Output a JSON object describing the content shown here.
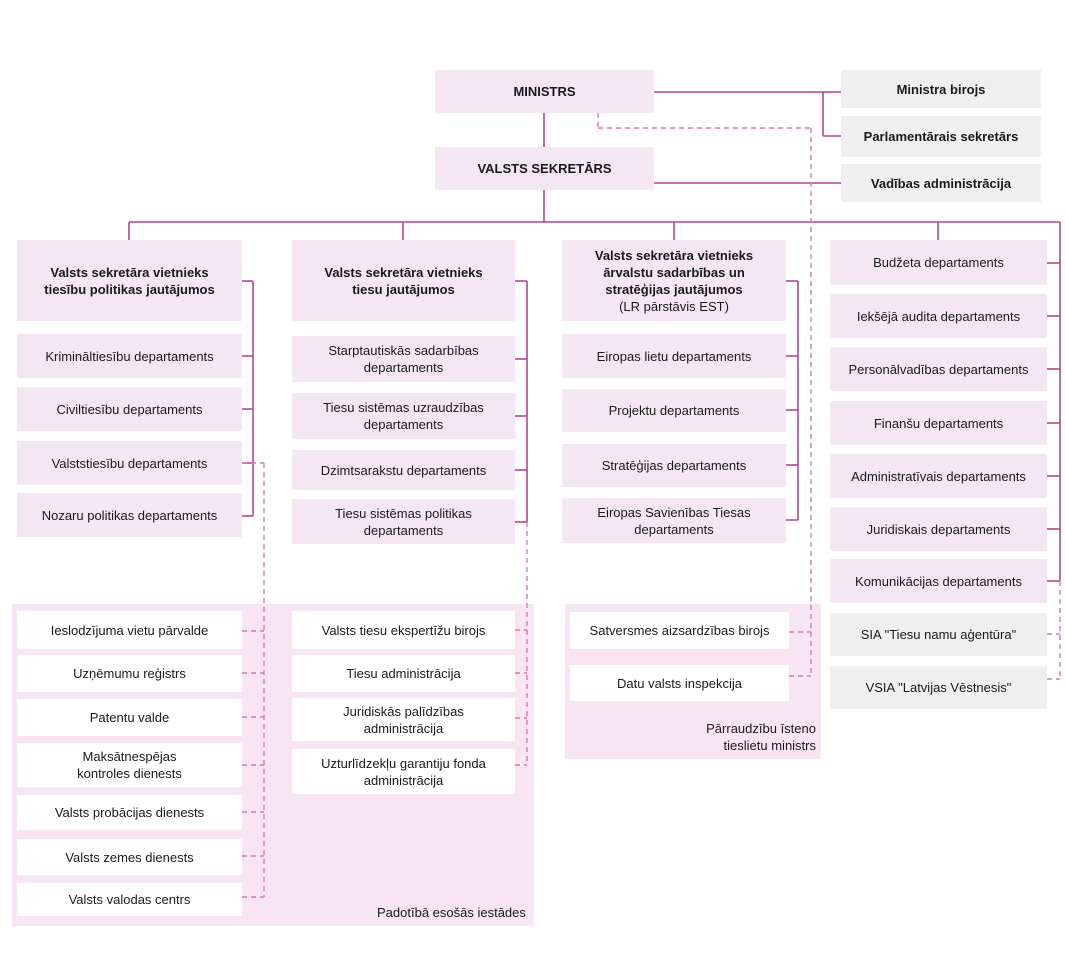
{
  "top": {
    "minister": "MINISTRS",
    "state_secretary": "VALSTS SEKRETĀRS",
    "minister_office": "Ministra birojs",
    "parliamentary_secretary": "Parlamentārais sekretārs",
    "management_administration": "Vadības administrācija"
  },
  "col1": {
    "head": "Valsts sekretāra vietnieks tiesību politikas jautājumos",
    "departments": [
      "Krimināltiesību departaments",
      "Civiltiesību departaments",
      "Valststiesību departaments",
      "Nozaru politikas departaments"
    ]
  },
  "col2": {
    "head": "Valsts sekretāra vietnieks tiesu jautājumos",
    "departments": [
      "Starptautiskās sadarbības departaments",
      "Tiesu sistēmas uzraudzības departaments",
      "Dzimtsarakstu departaments",
      "Tiesu sistēmas politikas departaments"
    ]
  },
  "col3": {
    "head": "Valsts sekretāra vietnieks ārvalstu sadarbības un stratēģijas jautājumos",
    "head_note": "(LR pārstāvis EST)",
    "departments": [
      "Eiropas lietu departaments",
      "Projektu departaments",
      "Stratēģijas departaments",
      "Eiropas Savienības Tiesas departaments"
    ]
  },
  "col4": {
    "departments": [
      "Budžeta departaments",
      "Iekšējā audita departaments",
      "Personālvadības departaments",
      "Finanšu departaments",
      "Administratīvais departaments",
      "Juridiskais departaments",
      "Komunikācijas departaments"
    ],
    "companies": [
      "SIA \"Tiesu namu aģentūra\"",
      "VSIA \"Latvijas Vēstnesis\""
    ]
  },
  "subordinate": {
    "label": "Padotībā esošās iestādes",
    "left": [
      "Ieslodzījuma vietu pārvalde",
      "Uzņēmumu reģistrs",
      "Patentu valde",
      "Maksātnespējas kontroles dienests",
      "Valsts probācijas dienests",
      "Valsts zemes dienests",
      "Valsts valodas centrs"
    ],
    "middle": [
      "Valsts tiesu ekspertīžu birojs",
      "Tiesu administrācija",
      "Juridiskās palīdzības administrācija",
      "Uzturlīdzekļu garantiju fonda administrācija"
    ]
  },
  "supervision": {
    "label": "Pārraudzību īsteno tieslietu ministrs",
    "items": [
      "Satversmes aizsardzības birojs",
      "Datu valsts inspekcija"
    ]
  },
  "colors": {
    "pink": "#f5e6f3",
    "grey": "#efefef",
    "line": "#b5468f",
    "dash": "#d27bb8"
  }
}
